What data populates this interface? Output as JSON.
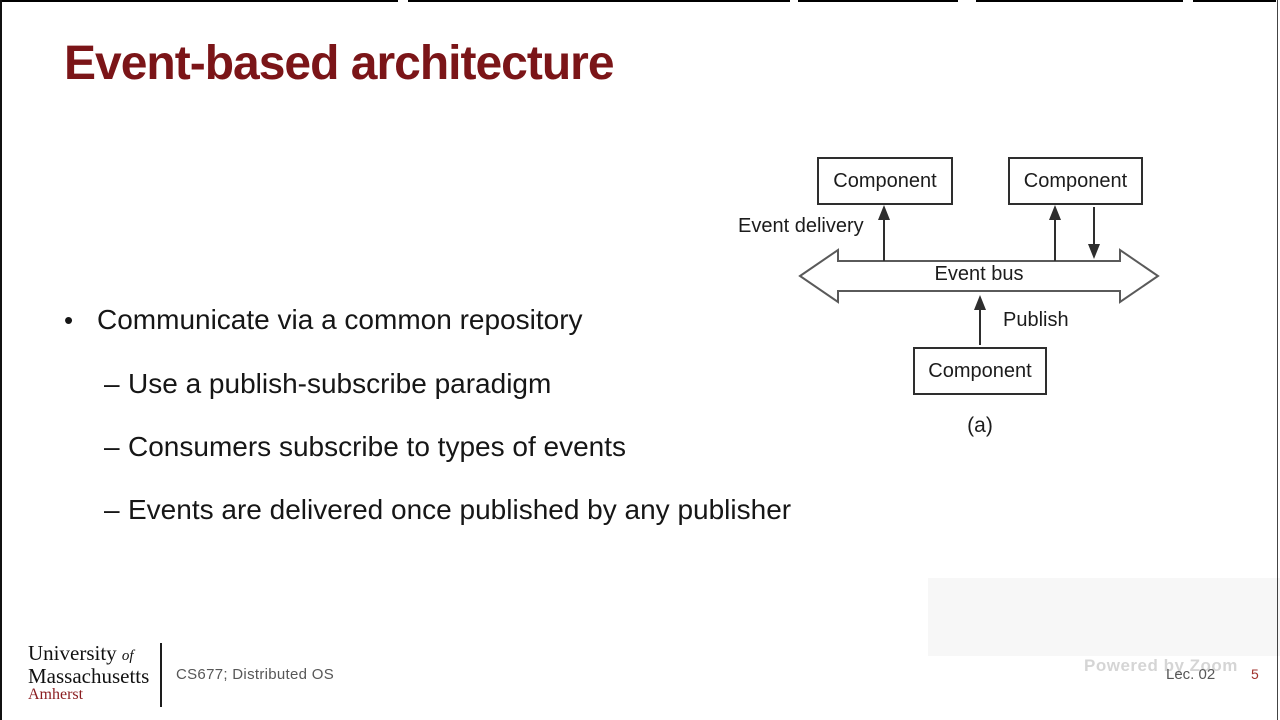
{
  "slide": {
    "title": "Event-based architecture",
    "bullets": {
      "bullet_glyph": "•",
      "dash_glyph": "–",
      "main": "Communicate via a common repository",
      "sub": [
        "Use a publish-subscribe paradigm",
        "Consumers subscribe to types of events",
        "Events are delivered once published by any publisher"
      ]
    }
  },
  "diagram": {
    "component_label": "Component",
    "event_delivery_label": "Event delivery",
    "event_bus_label": "Event bus",
    "publish_label": "Publish",
    "caption": "(a)"
  },
  "footer": {
    "university_line1": "University",
    "university_of": "of",
    "university_line2": "Massachusetts",
    "university_line3": "Amherst",
    "course": "CS677; Distributed OS",
    "lecture": "Lec. 02",
    "page_number": "5"
  },
  "watermark": {
    "text": "Powered by Zoom"
  },
  "colors": {
    "title_maroon": "#7b1518",
    "umass_maroon": "#8a1c1f",
    "page_red": "#a0322c",
    "footer_gray": "#575757",
    "text_black": "#161616"
  }
}
